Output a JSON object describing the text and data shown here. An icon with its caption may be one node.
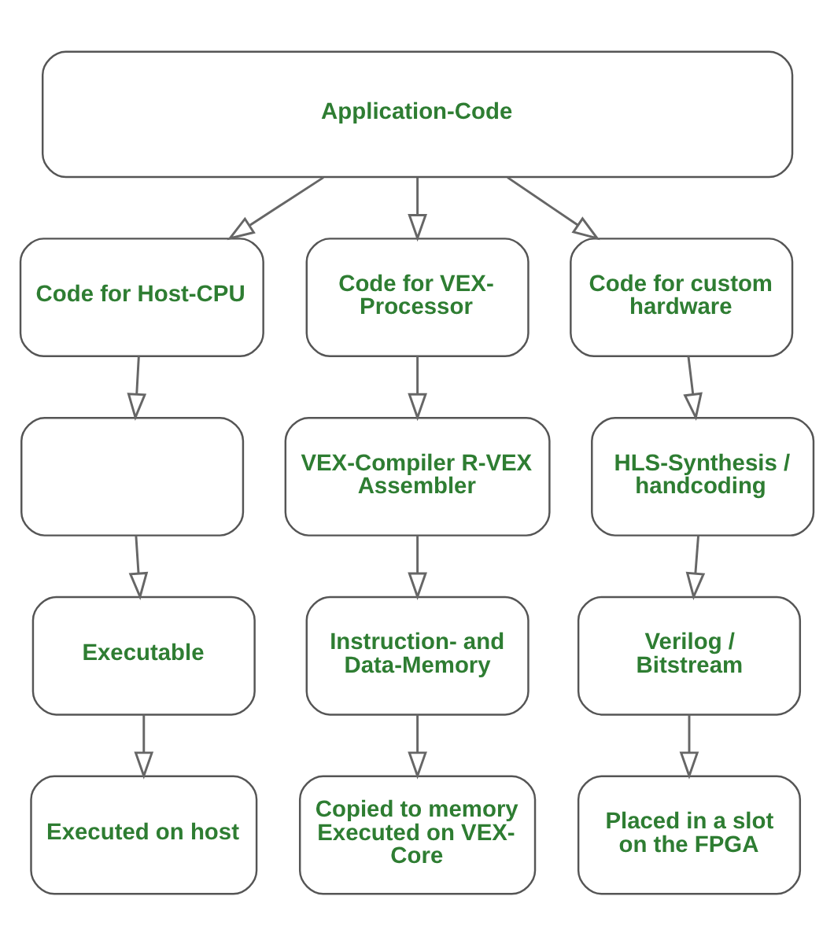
{
  "diagram": {
    "nodes": [
      {
        "text": [
          "Application-Code"
        ]
      },
      {
        "text": [
          "Code for Host-CPU"
        ]
      },
      {
        "text": [
          "Code for VEX-Processor"
        ]
      },
      {
        "text": [
          "Code for custom hardware"
        ]
      },
      {
        "text": [],
        "shape": "box"
      },
      {
        "text": [
          "VEX-Compiler R-VEX Assembler"
        ]
      },
      {
        "text": [
          "HLS-Synthesis / handcoding"
        ]
      },
      {
        "text": [
          "Executable"
        ]
      },
      {
        "text": [
          "Instruction- and Data-Memory"
        ]
      },
      {
        "text": [
          "Verilog / Bitstream"
        ]
      },
      {
        "text": [
          "Executed on host"
        ]
      },
      {
        "text": [
          "Copied to memory Executed on VEX-Core"
        ]
      },
      {
        "text": [
          "Placed in a slot on the FPGA"
        ]
      }
    ],
    "edges": [
      {
        "from": 0,
        "to": 1,
        "arrow": "to"
      },
      {
        "from": 0,
        "to": 2,
        "arrow": "to"
      },
      {
        "from": 0,
        "to": 3,
        "arrow": "to"
      },
      {
        "from": 1,
        "to": 4,
        "arrow": "to"
      },
      {
        "from": 2,
        "to": 5,
        "arrow": "to"
      },
      {
        "from": 3,
        "to": 6,
        "arrow": "to"
      },
      {
        "from": 4,
        "to": 7,
        "arrow": "to"
      },
      {
        "from": 5,
        "to": 8,
        "arrow": "to"
      },
      {
        "from": 6,
        "to": 9,
        "arrow": "to"
      },
      {
        "from": 7,
        "to": 10,
        "arrow": "to"
      },
      {
        "from": 8,
        "to": 11,
        "arrow": "to"
      },
      {
        "from": 9,
        "to": 12,
        "arrow": "to"
      }
    ]
  }
}
